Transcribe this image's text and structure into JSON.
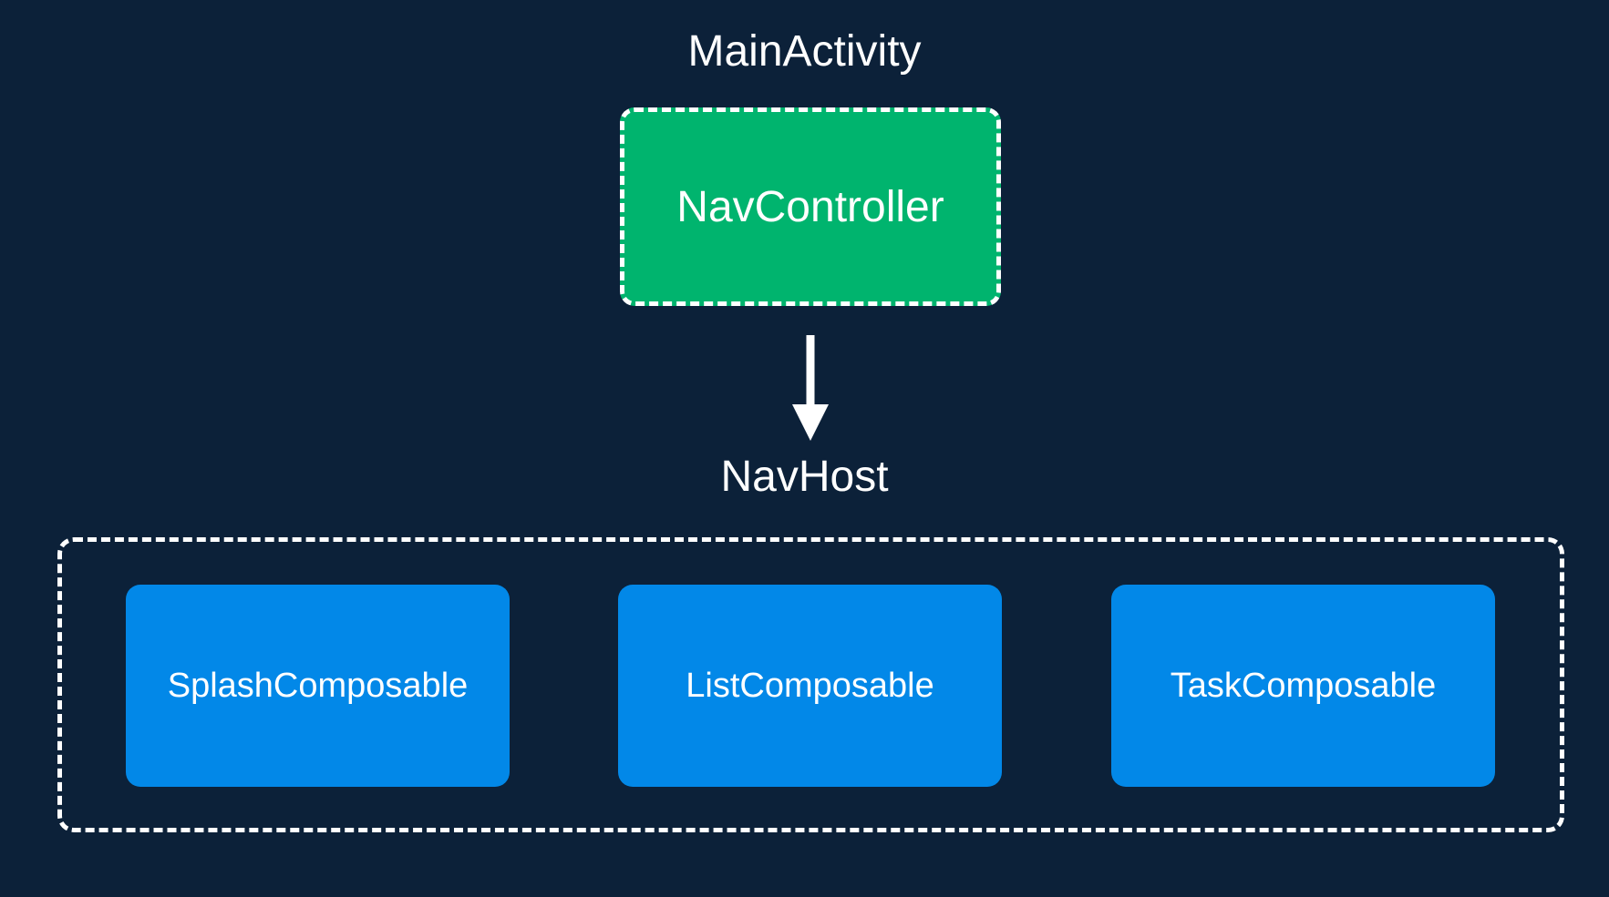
{
  "diagram": {
    "activity_label": "MainActivity",
    "controller_label": "NavController",
    "host_label": "NavHost",
    "composables": [
      {
        "label": "SplashComposable"
      },
      {
        "label": "ListComposable"
      },
      {
        "label": "TaskComposable"
      }
    ]
  },
  "colors": {
    "background": "#0c2139",
    "controller": "#00b46e",
    "composable": "#0288e8",
    "foreground": "#ffffff"
  }
}
